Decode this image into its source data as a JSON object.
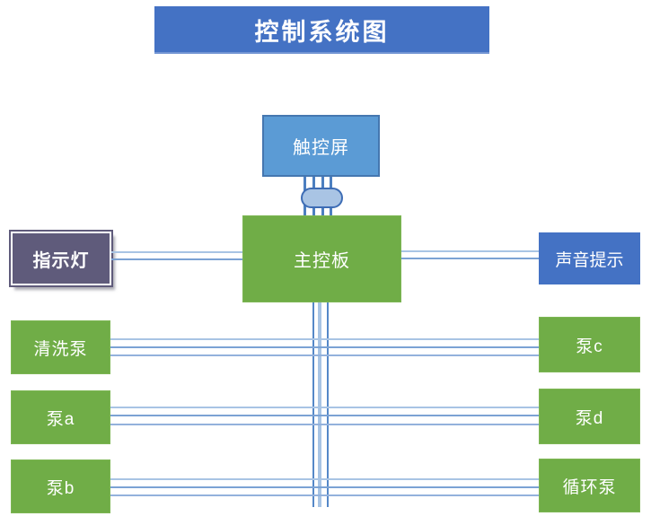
{
  "diagram": {
    "title": "控制系统图",
    "nodes": {
      "touchscreen": {
        "label": "触控屏"
      },
      "mainboard": {
        "label": "主控板"
      },
      "indicator": {
        "label": "指示灯"
      },
      "sound": {
        "label": "声音提示"
      }
    },
    "left_column": [
      {
        "label": "清洗泵"
      },
      {
        "label": "泵a"
      },
      {
        "label": "泵b"
      }
    ],
    "right_column": [
      {
        "label": "泵c"
      },
      {
        "label": "泵d"
      },
      {
        "label": "循环泵"
      }
    ],
    "colors": {
      "title_bg": "#4472C4",
      "touchscreen_bg": "#5B9BD5",
      "green_node_bg": "#70AD47",
      "indicator_bg": "#5F5B7B",
      "sound_bg": "#4472C4",
      "wire_dark": "#5588C8",
      "wire_light": "#A8C4E4",
      "connector_fill": "#A9C4E4",
      "connector_border": "#3E6DB5",
      "text": "#FFFFFF"
    }
  }
}
